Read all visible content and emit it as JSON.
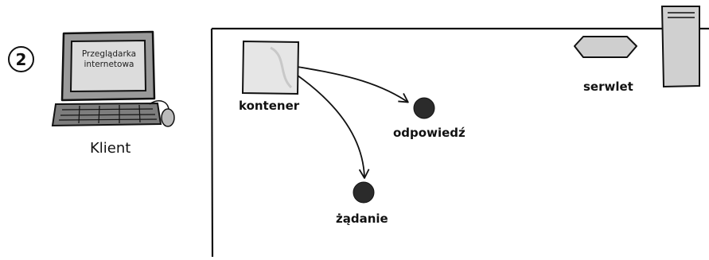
{
  "step_number": "2",
  "client": {
    "screen_text": "Przeglądarka internetowa",
    "label": "Klient"
  },
  "server": {
    "container_label": "kontener",
    "response_label": "odpowiedź",
    "request_label": "żądanie",
    "servlet_label": "serwlet"
  },
  "colors": {
    "ink": "#111111",
    "object_fill": "#2b2b2b",
    "box_fill": "#e6e6e6",
    "servlet_fill": "#cfcfcf",
    "monitor_fill": "#9a9a9a",
    "screen_fill": "#dcdcdc"
  }
}
